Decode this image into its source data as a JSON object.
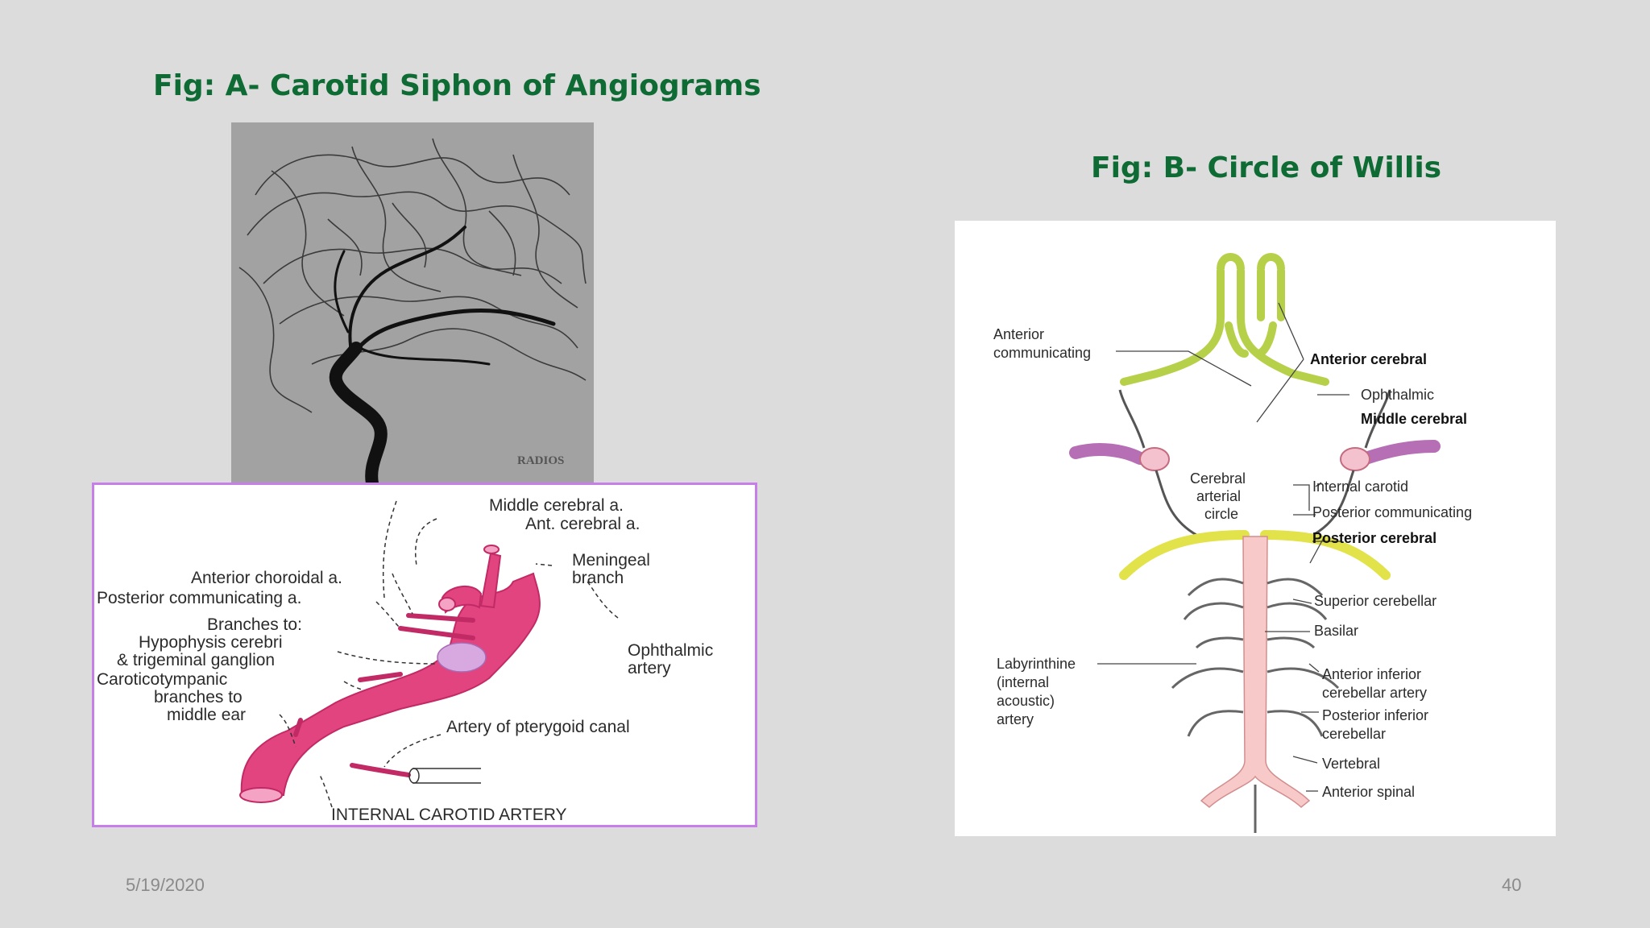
{
  "fig_a": {
    "title": "Fig: A- Carotid Siphon of Angiograms",
    "watermark": "RADIOS",
    "labels": {
      "middle_cerebral": "Middle cerebral a.",
      "ant_cerebral": "Ant. cerebral a.",
      "meningeal_1": "Meningeal",
      "meningeal_2": "branch",
      "ant_choroidal": "Anterior choroidal a.",
      "post_communicating": "Posterior communicating a.",
      "branches_1": "Branches to:",
      "branches_2": "Hypophysis cerebri",
      "branches_3": "& trigeminal ganglion",
      "carotico_1": "Caroticotympanic",
      "carotico_2": "branches to",
      "carotico_3": "middle ear",
      "ophthalmic_1": "Ophthalmic",
      "ophthalmic_2": "artery",
      "pterygoid": "Artery of pterygoid canal",
      "ica": "INTERNAL CAROTID ARTERY"
    }
  },
  "fig_b": {
    "title": "Fig: B- Circle of Willis",
    "labels": {
      "ant_comm_1": "Anterior",
      "ant_comm_2": "communicating",
      "ant_cerebral": "Anterior cerebral",
      "ophthalmic": "Ophthalmic",
      "middle_cerebral": "Middle cerebral",
      "circle_1": "Cerebral",
      "circle_2": "arterial",
      "circle_3": "circle",
      "internal_carotid": "Internal carotid",
      "post_comm": "Posterior communicating",
      "post_cerebral": "Posterior cerebral",
      "sup_cerebellar": "Superior cerebellar",
      "basilar": "Basilar",
      "laby_1": "Labyrinthine",
      "laby_2": "(internal",
      "laby_3": "acoustic)",
      "laby_4": "artery",
      "aica_1": "Anterior inferior",
      "aica_2": "cerebellar artery",
      "pica_1": "Posterior inferior",
      "pica_2": "cerebellar",
      "vertebral": "Vertebral",
      "ant_spinal": "Anterior spinal"
    }
  },
  "footer": {
    "date": "5/19/2020",
    "page": "40"
  },
  "colors": {
    "title_green": "#0f6b34",
    "artery_pink": "#e1447f",
    "frame_purple": "#c77ee8"
  }
}
